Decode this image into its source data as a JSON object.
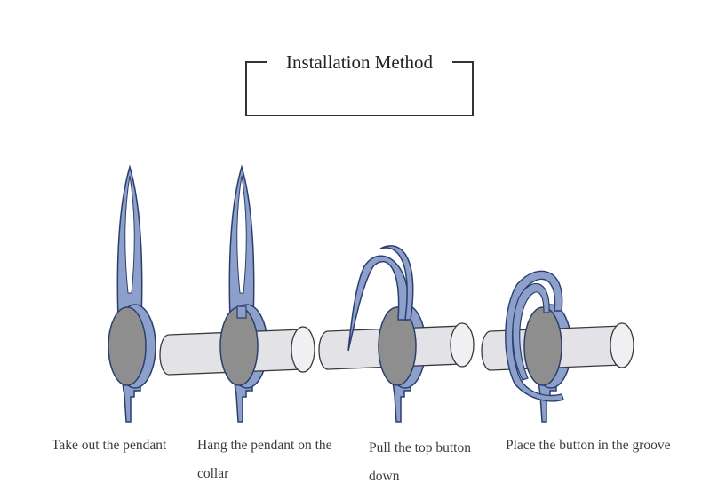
{
  "title": "Installation Method",
  "steps": [
    {
      "caption": "Take out the pendant"
    },
    {
      "caption": "Hang the pendant on the collar"
    },
    {
      "caption": "Pull the top button down"
    },
    {
      "caption": "Place the button in the groove"
    }
  ],
  "colors": {
    "pendant": "#8da0cc",
    "outline": "#2b3f6e",
    "disc": "#8e8e8e",
    "tube": "#e3e3e7",
    "frame": "#333333"
  }
}
